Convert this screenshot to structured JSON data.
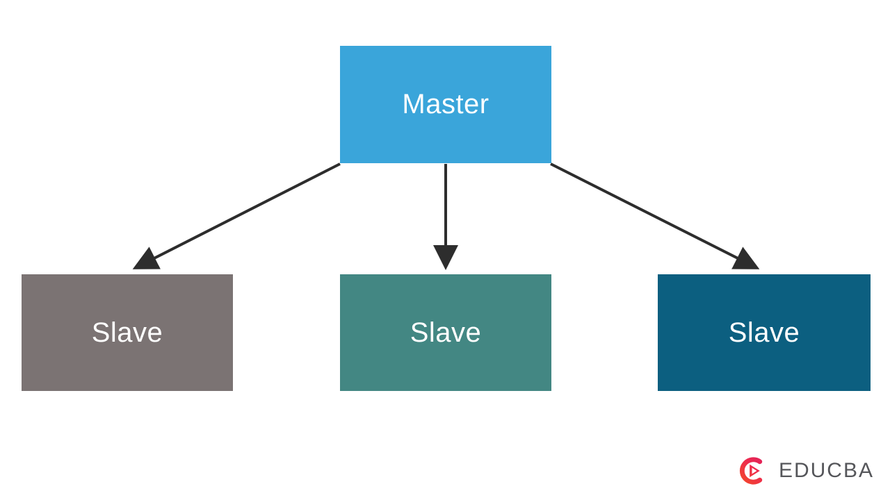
{
  "diagram": {
    "type": "hierarchy",
    "description": "Master-Slave architecture diagram: one Master node with arrows pointing to three Slave nodes",
    "nodes": [
      {
        "id": "master",
        "label": "Master",
        "fill": "#3aa5da",
        "text_color": "#ffffff"
      },
      {
        "id": "slave-1",
        "label": "Slave",
        "fill": "#7b7373",
        "text_color": "#ffffff"
      },
      {
        "id": "slave-2",
        "label": "Slave",
        "fill": "#438783",
        "text_color": "#ffffff"
      },
      {
        "id": "slave-3",
        "label": "Slave",
        "fill": "#0c5f80",
        "text_color": "#ffffff"
      }
    ],
    "edges": [
      {
        "from": "master",
        "to": "slave-1",
        "style": "arrow"
      },
      {
        "from": "master",
        "to": "slave-2",
        "style": "arrow"
      },
      {
        "from": "master",
        "to": "slave-3",
        "style": "arrow"
      }
    ],
    "arrow_color": "#2d2d2d"
  },
  "branding": {
    "logo_text": "EDUCBA",
    "logo_text_color": "#55565a",
    "logo_icon": "educba-play-icon",
    "logo_icon_colors": {
      "orange": "#f4511e",
      "magenta": "#d81b60"
    }
  }
}
